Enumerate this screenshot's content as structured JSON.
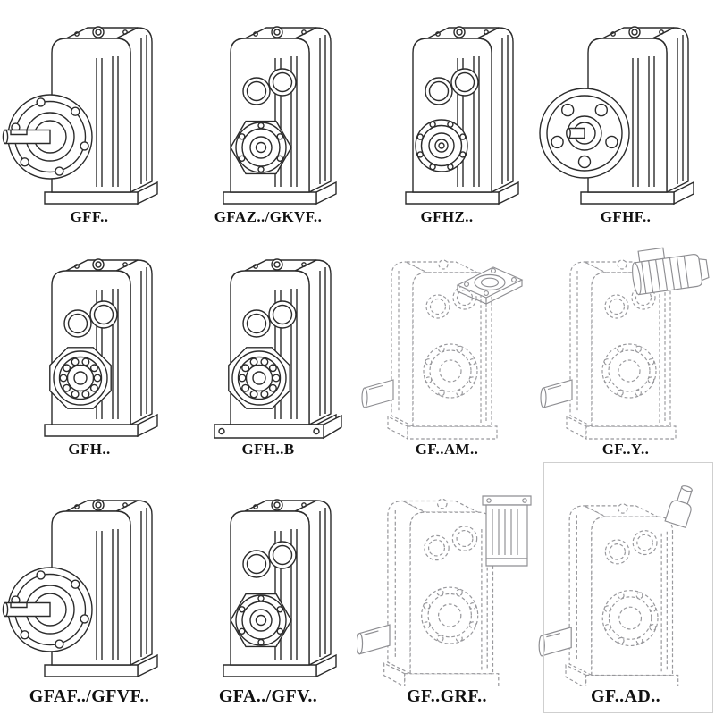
{
  "page": {
    "background": "#ffffff",
    "description": "Catalog sheet of parallel shaft helical gear unit variants"
  },
  "style": {
    "solid_line_color": "#2b2b2b",
    "hidden_line_color": "#98989c",
    "accent_line_color": "#8e8e92",
    "label_color": "#111111",
    "panel_border_color": "#cfcfcf"
  },
  "catalog": {
    "items": [
      {
        "label": "GFF..",
        "drawing": "flange-mounted-gear-unit-long-shaft"
      },
      {
        "label": "GFAZ../GKVF..",
        "drawing": "shaft-mounted-gear-unit-hollow-bore"
      },
      {
        "label": "GFHZ..",
        "drawing": "shaft-mounted-gear-unit-shrink-disc"
      },
      {
        "label": "GFHF..",
        "drawing": "flange-mounted-gear-unit-short-hub"
      },
      {
        "label": "GFH..",
        "drawing": "shaft-mounted-gear-unit-bearing"
      },
      {
        "label": "GFH..B",
        "drawing": "foot-mounted-gear-unit-bearing"
      },
      {
        "label": "GF..AM..",
        "drawing": "gear-unit-with-iec-adapter-flange"
      },
      {
        "label": "GF..Y..",
        "drawing": "gear-unit-with-mounted-motor"
      },
      {
        "label": "GFAF../GFVF..",
        "drawing": "flange-mounted-gear-unit-long-shaft"
      },
      {
        "label": "GFA../GFV..",
        "drawing": "shaft-mounted-gear-unit-hollow-bore"
      },
      {
        "label": "GF..GRF..",
        "drawing": "gear-unit-with-adapter-housing"
      },
      {
        "label": "GF..AD..",
        "drawing": "gear-unit-with-input-shaft-stub"
      }
    ]
  }
}
